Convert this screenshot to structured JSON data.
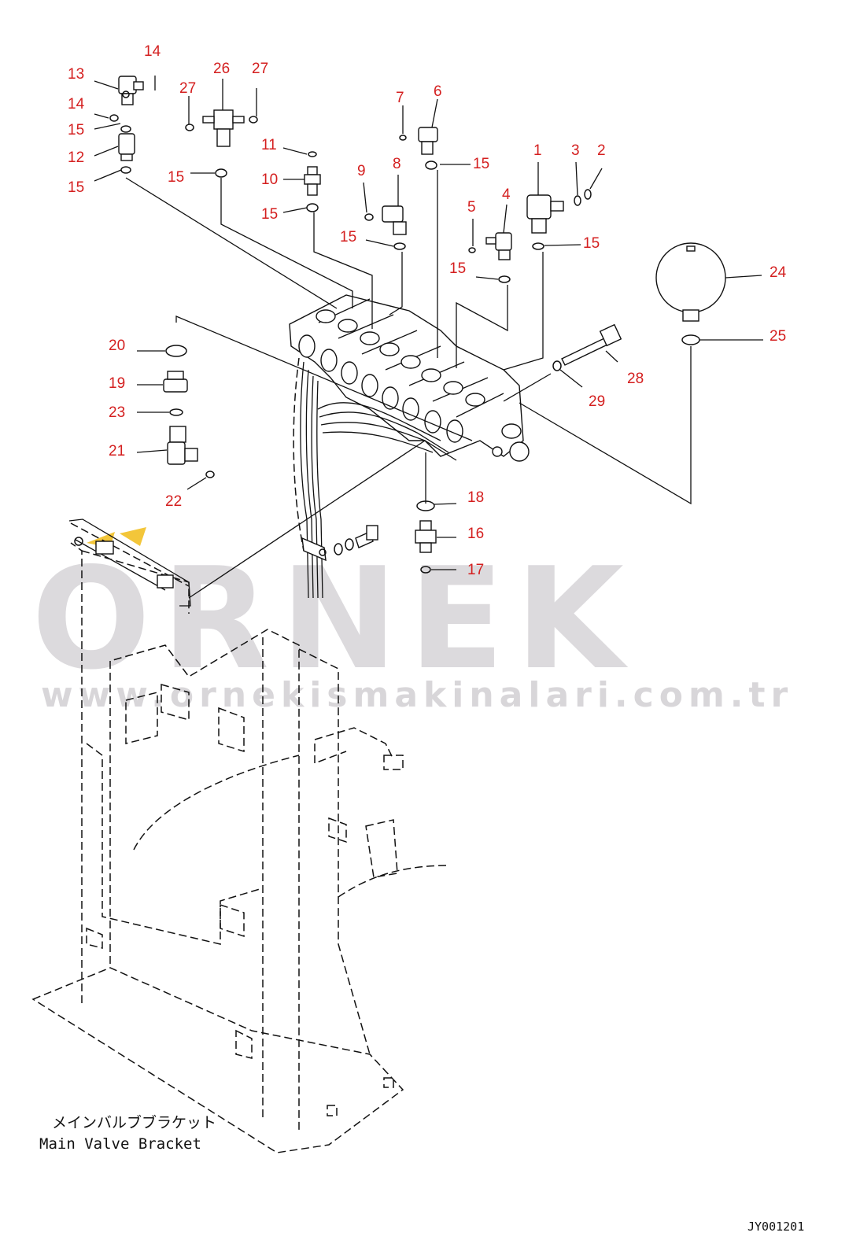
{
  "diagram": {
    "drawing_code": "JY001201",
    "caption_japanese": "メインバルブブラケット",
    "caption_english": "Main Valve Bracket",
    "watermark": {
      "brand": "ORNEK",
      "url": "www.ornekismakinalari.com.tr"
    },
    "callouts": [
      "1",
      "2",
      "3",
      "4",
      "5",
      "6",
      "7",
      "8",
      "9",
      "10",
      "11",
      "12",
      "13",
      "14",
      "15",
      "16",
      "17",
      "18",
      "19",
      "20",
      "21",
      "22",
      "23",
      "24",
      "25",
      "26",
      "27",
      "28",
      "29"
    ],
    "callout_color": "#d41f1f",
    "watermark_accent": "#f3c63a"
  }
}
